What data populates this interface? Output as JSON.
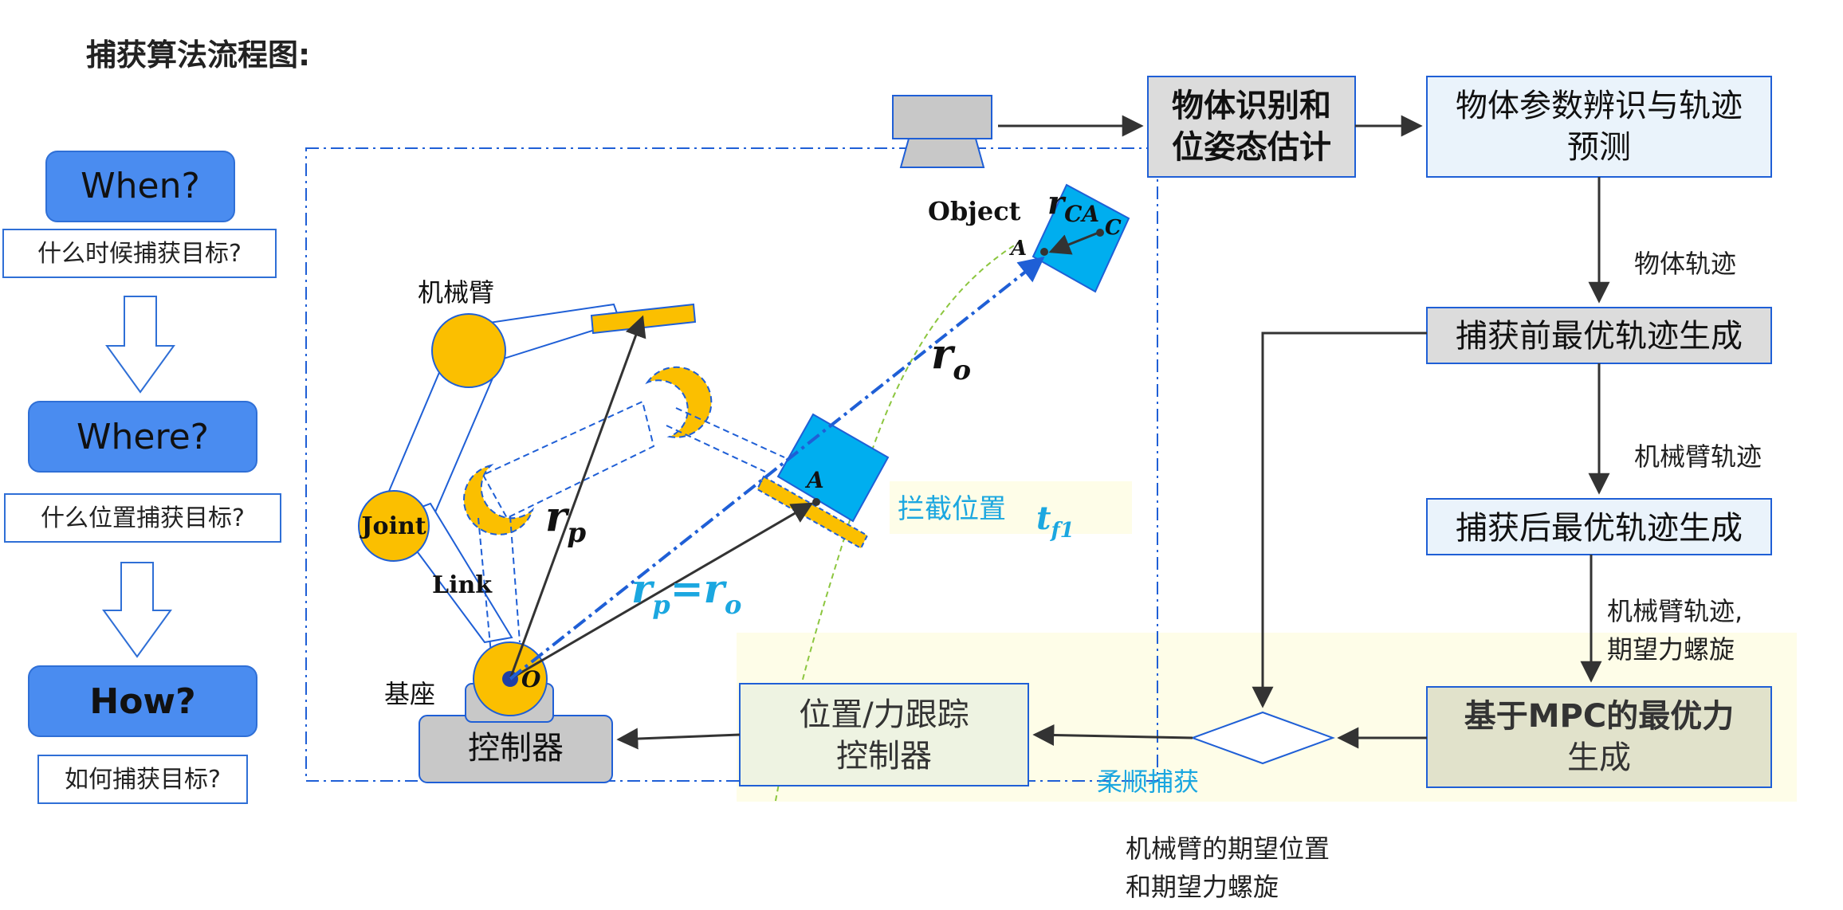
{
  "title": "捕获算法流程图:",
  "questions": [
    {
      "pill": "When?",
      "caption": "什么时候捕获目标?"
    },
    {
      "pill": "Where?",
      "caption": "什么位置捕获目标?"
    },
    {
      "pill": "How?",
      "caption": "如何捕获目标?"
    }
  ],
  "scene": {
    "arm_label": "机械臂",
    "joint_label": "Joint",
    "link_label": "Link",
    "base_label": "基座",
    "controller_label": "控制器",
    "object_label": "Object",
    "origin_label": "O",
    "point_a": "A",
    "point_c": "C",
    "vec_r": "r",
    "sub_ca": "CA",
    "sub_o": "o",
    "sub_p": "p",
    "equals": "=",
    "intercept_label": "拦截位置",
    "t_label": "t",
    "t_sub": "f1"
  },
  "flow": {
    "recognition": [
      "物体识别和",
      "位姿态估计"
    ],
    "param_id": [
      "物体参数辨识与轨迹",
      "预测"
    ],
    "pre_capture": "捕获前最优轨迹生成",
    "post_capture": "捕获后最优轨迹生成",
    "mpc": [
      "基于MPC的最优力",
      "生成"
    ],
    "tracking": [
      "位置/力跟踪",
      "控制器"
    ],
    "edge_object_traj": "物体轨迹",
    "edge_arm_traj": "机械臂轨迹",
    "edge_arm_traj_wrench": [
      "机械臂轨迹,",
      "期望力螺旋"
    ],
    "compliant_capture": "柔顺捕获",
    "desired_note": [
      "机械臂的期望位置",
      "和期望力螺旋"
    ]
  },
  "colors": {
    "pill_fill": "#4a8cf0",
    "pill_stroke": "#2f6fd6",
    "arm_yellow": "#fbbf00",
    "object_cyan": "#00aeef",
    "line_blue": "#1f5fd6",
    "cyan_text": "#1ba7e0",
    "gray_box": "#dcdcdc",
    "light_blue_box": "#eaf3fb",
    "olive_box": "#e1e2cb",
    "pale_green_box": "#eef3e2",
    "highlight_yellow": "#fefde8",
    "trajectory_green": "#8cc63f"
  }
}
